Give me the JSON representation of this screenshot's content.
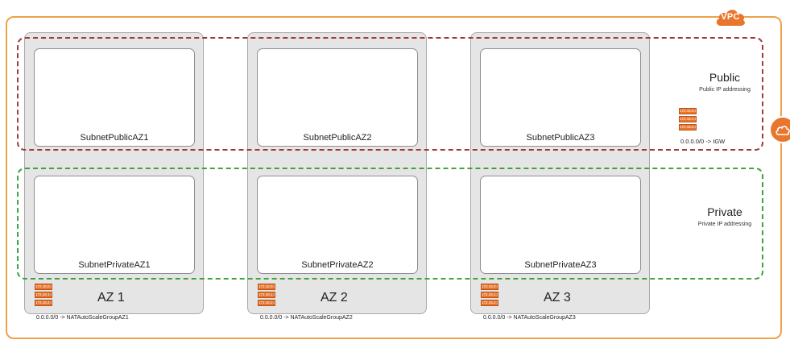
{
  "vpc": {
    "badge_label": "VPC",
    "accent_color": "#f0a14a",
    "icon": "cloud-icon"
  },
  "internet_gateway": {
    "icon": "cloud-icon",
    "color": "#e8762d"
  },
  "tiers": {
    "public": {
      "title": "Public",
      "subtitle": "Public IP addressing",
      "border_color": "#a13b3b",
      "route_table": [
        "172.16.0.0",
        "172.16.1.0",
        "172.16.2.0"
      ],
      "route": "0.0.0.0/0 -> IGW"
    },
    "private": {
      "title": "Private",
      "subtitle": "Private IP addressing",
      "border_color": "#3da33d"
    }
  },
  "azs": [
    {
      "label": "AZ 1",
      "public_subnet": "SubnetPublicAZ1",
      "private_subnet": "SubnetPrivateAZ1",
      "route_table": [
        "172.16.0.0",
        "172.16.1.0",
        "172.16.2.0"
      ],
      "route": "0.0.0.0/0 -> NATAutoScaleGroupAZ1"
    },
    {
      "label": "AZ 2",
      "public_subnet": "SubnetPublicAZ2",
      "private_subnet": "SubnetPrivateAZ2",
      "route_table": [
        "172.16.0.0",
        "172.16.1.0",
        "172.16.2.0"
      ],
      "route": "0.0.0.0/0 -> NATAutoScaleGroupAZ2"
    },
    {
      "label": "AZ 3",
      "public_subnet": "SubnetPublicAZ3",
      "private_subnet": "SubnetPrivateAZ3",
      "route_table": [
        "172.16.0.0",
        "172.16.1.0",
        "172.16.2.0"
      ],
      "route": "0.0.0.0/0 -> NATAutoScaleGroupAZ3"
    }
  ]
}
